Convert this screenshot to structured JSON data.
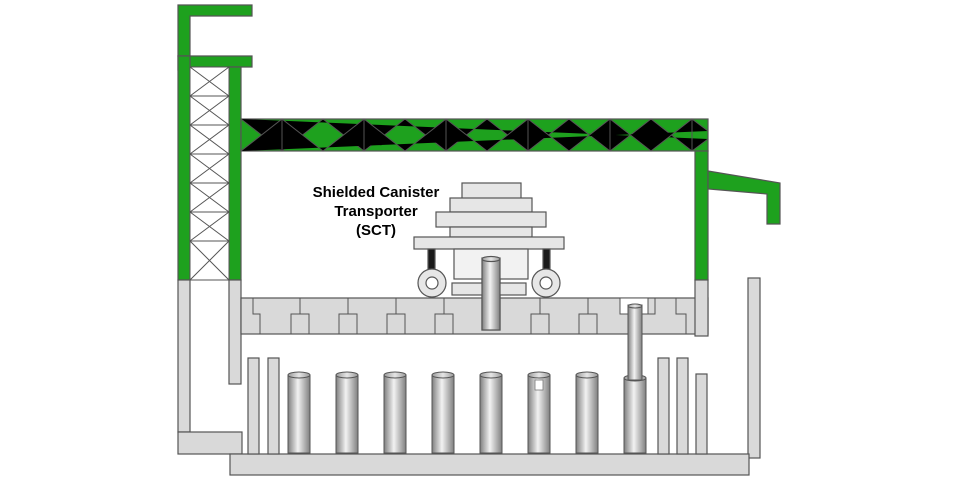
{
  "diagram": {
    "label_lines": [
      "Shielded Canister",
      "Transporter",
      "(SCT)"
    ]
  },
  "colors": {
    "structure_green": "#1ea11e",
    "concrete_gray": "#d9d9d9",
    "outline": "#555555",
    "canister_light": "#efefef",
    "canister_dark": "#7f7f7f"
  }
}
